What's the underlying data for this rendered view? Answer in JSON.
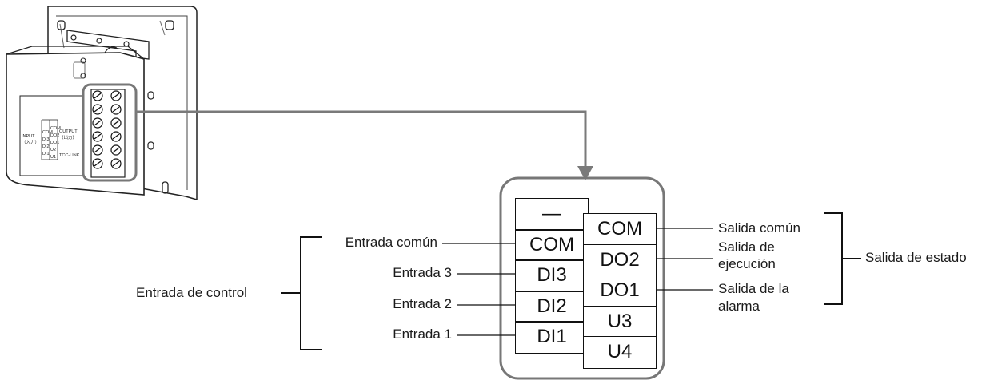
{
  "device": {
    "label_input": "INPUT",
    "label_input_jp": "（入力）",
    "label_output": "OUTPUT",
    "label_output_jp": "（出力）",
    "label_tcc": "TCC-LINK",
    "strip_left": [
      "—",
      "COM",
      "DI3",
      "DI2",
      "DI1"
    ],
    "strip_right": [
      "COM",
      "DO2",
      "DO1",
      "U2",
      "U1"
    ]
  },
  "terminal_block": {
    "left_cells": [
      "—",
      "COM",
      "DI3",
      "DI2",
      "DI1"
    ],
    "right_cells": [
      "COM",
      "DO2",
      "DO1",
      "U3",
      "U4"
    ]
  },
  "inputs": {
    "group_label": "Entrada de control",
    "items": [
      "Entrada común",
      "Entrada 3",
      "Entrada 2",
      "Entrada 1"
    ]
  },
  "outputs": {
    "group_label": "Salida de estado",
    "common": "Salida común",
    "run_line1": "Salida de",
    "run_line2": "ejecución",
    "alarm_line1": "Salida de la",
    "alarm_line2": "alarma"
  }
}
